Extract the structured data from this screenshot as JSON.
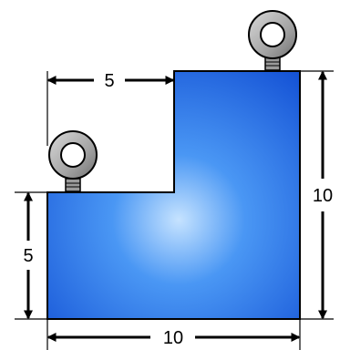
{
  "dimensions": {
    "top_width": "5",
    "left_height": "5",
    "right_height": "10",
    "bottom_width": "10"
  },
  "colors": {
    "shape_light": "#b9dcff",
    "shape_mid": "#3f8cf2",
    "shape_dark": "#1456d8",
    "outline": "#000000",
    "eyebolt_ring": "#a9a9a9",
    "eyebolt_shadow": "#5f5f5f"
  },
  "icons": {
    "eyebolt_left": "eyebolt-icon",
    "eyebolt_right": "eyebolt-icon"
  }
}
